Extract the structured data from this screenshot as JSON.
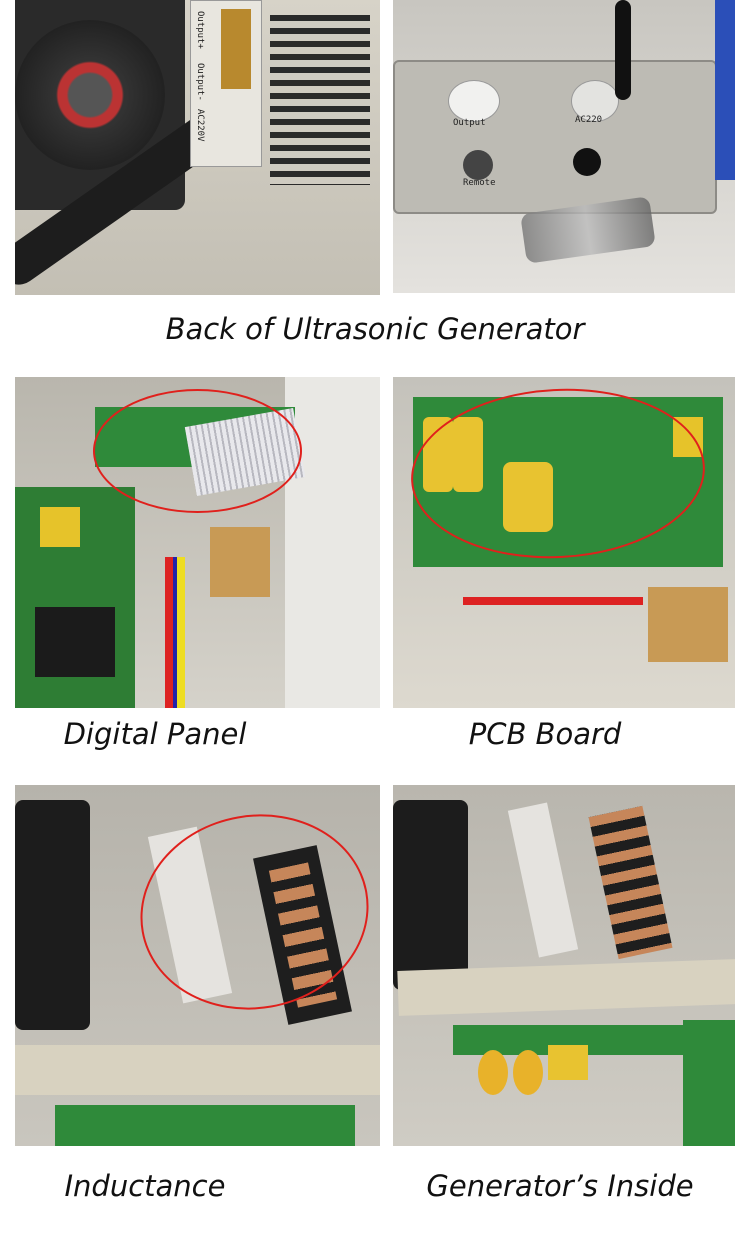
{
  "captions": {
    "row1": "Back of Ultrasonic Generator",
    "row2_left": "Digital Panel",
    "row2_right": "PCB Board",
    "row3_left": "Inductance",
    "row3_right": "Generator’s Inside"
  },
  "photo_labels": {
    "output_plus": "Output+",
    "output_minus": "Output-",
    "ac220v": "AC220V",
    "output": "Output",
    "remote": "Remote",
    "ac220_right": "AC220"
  },
  "colors": {
    "annotation_ellipse": "#e0201c",
    "case_gray": "#c9c6bd",
    "pcb_green": "#2f8a3a"
  }
}
